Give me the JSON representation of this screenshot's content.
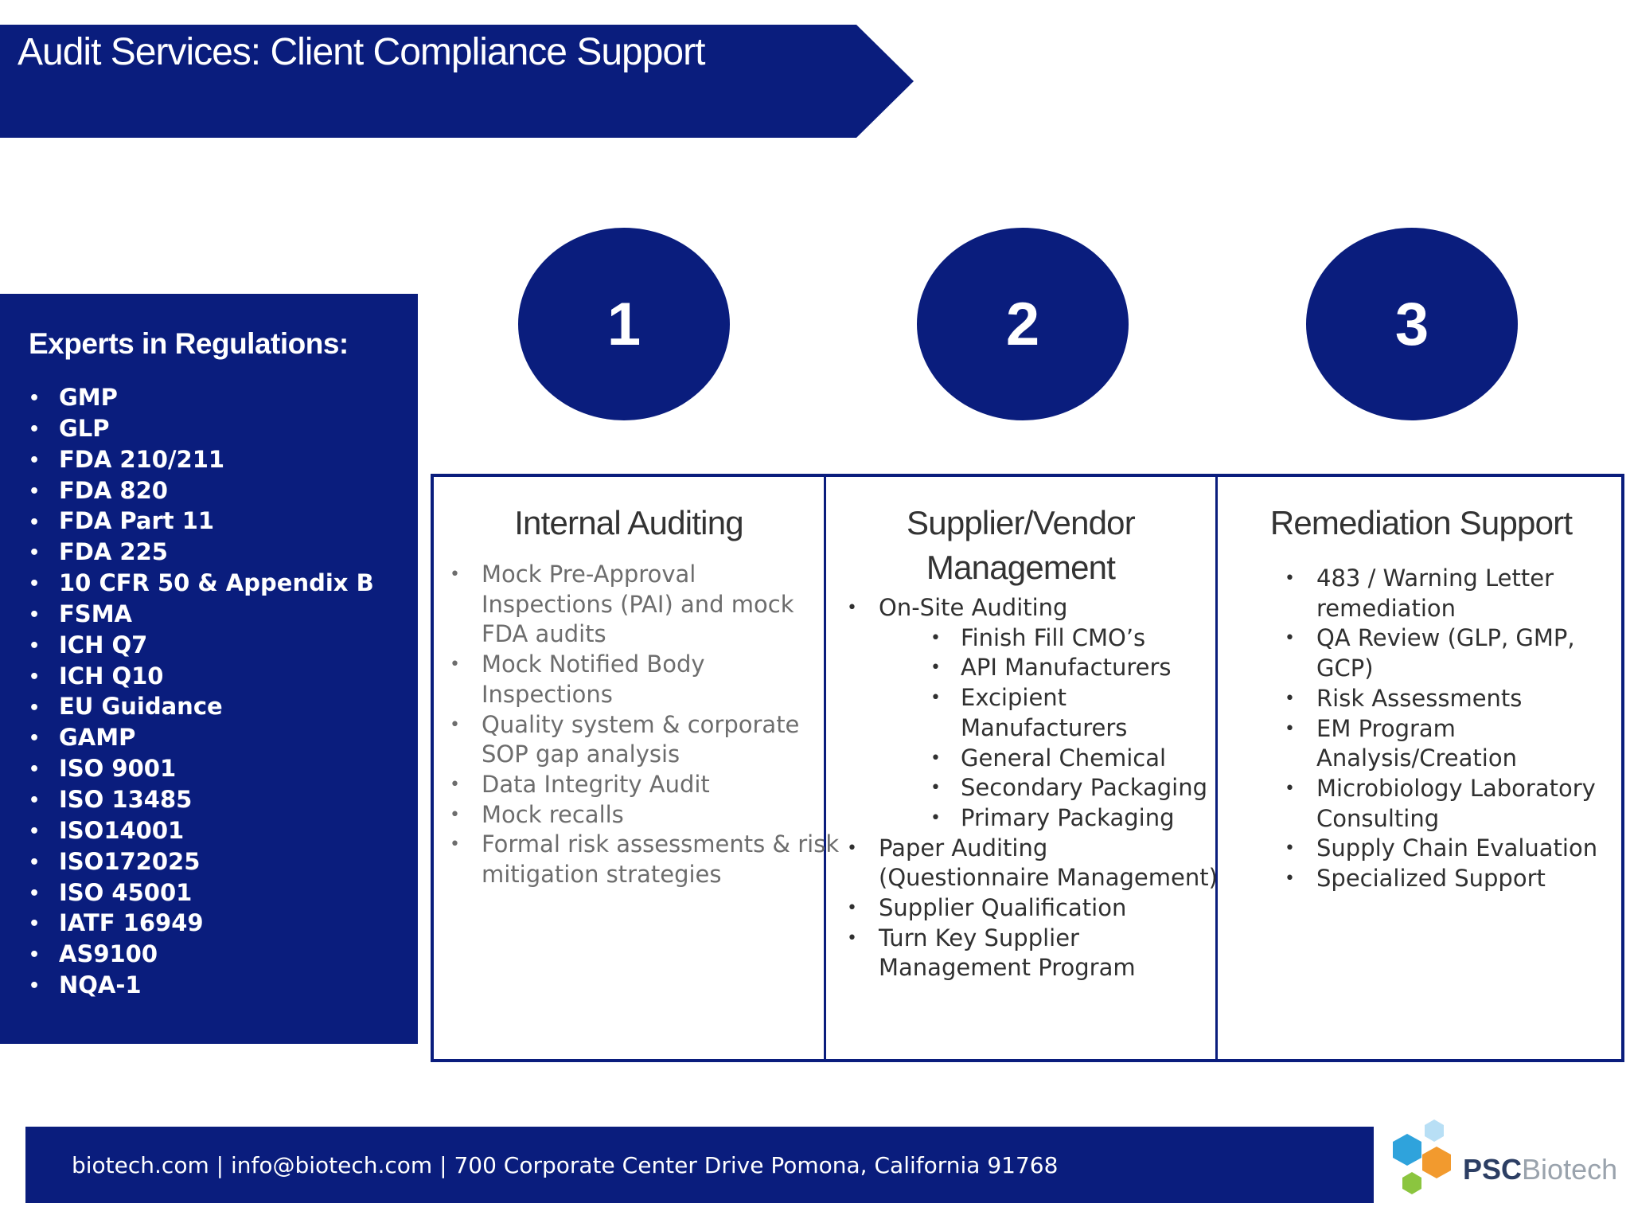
{
  "header": {
    "title": "Audit Services: Client Compliance Support"
  },
  "experts": {
    "heading": "Experts in Regulations:",
    "items": [
      "GMP",
      "GLP",
      "FDA 210/211",
      "FDA 820",
      "FDA Part 11",
      "FDA 225",
      "10 CFR 50 & Appendix B",
      "FSMA",
      "ICH Q7",
      "ICH Q10",
      "EU Guidance",
      "GAMP",
      "ISO 9001",
      "ISO 13485",
      "ISO14001",
      "ISO172025",
      "ISO 45001",
      "IATF 16949",
      "AS9100",
      "NQA-1"
    ]
  },
  "steps": [
    "1",
    "2",
    "3"
  ],
  "columns": [
    {
      "title_lines": [
        "Internal Auditing"
      ],
      "items": [
        [
          "Mock Pre-Approval",
          "Inspections (PAI) and mock",
          "FDA audits"
        ],
        [
          "Mock Notified Body",
          "Inspections"
        ],
        [
          "Quality system & corporate",
          "SOP gap analysis"
        ],
        [
          "Data Integrity Audit"
        ],
        [
          "Mock recalls"
        ],
        [
          "Formal risk assessments & risk",
          "mitigation strategies"
        ]
      ]
    },
    {
      "title_lines": [
        "Supplier/Vendor",
        "Management"
      ],
      "items": [
        {
          "text": [
            "On-Site Auditing"
          ],
          "sub": [
            [
              "Finish Fill CMO’s"
            ],
            [
              "API Manufacturers"
            ],
            [
              "Excipient",
              "Manufacturers"
            ],
            [
              "General Chemical"
            ],
            [
              "Secondary Packaging"
            ],
            [
              "Primary Packaging"
            ]
          ]
        },
        {
          "text": [
            "Paper Auditing",
            "(Questionnaire Management)"
          ]
        },
        {
          "text": [
            "Supplier Qualification"
          ]
        },
        {
          "text": [
            "Turn Key Supplier",
            "Management Program"
          ]
        }
      ]
    },
    {
      "title_lines": [
        "Remediation Support"
      ],
      "items": [
        [
          "483 / Warning Letter",
          "remediation"
        ],
        [
          "QA Review (GLP, GMP,",
          "GCP)"
        ],
        [
          "Risk Assessments"
        ],
        [
          "EM Program",
          "Analysis/Creation"
        ],
        [
          "Microbiology Laboratory",
          "Consulting"
        ],
        [
          "Supply Chain Evaluation"
        ],
        [
          "Specialized Support"
        ]
      ]
    }
  ],
  "footer": {
    "contact": "biotech.com | info@biotech.com | 700 Corporate Center Drive Pomona, California 91768"
  },
  "logo": {
    "part1": "PSC",
    "part2": "Biotech"
  },
  "colors": {
    "navy": "#0a1d7d",
    "hex_blue": "#2fa3dc",
    "hex_orange": "#f29a2e",
    "hex_green": "#8bc53f"
  }
}
